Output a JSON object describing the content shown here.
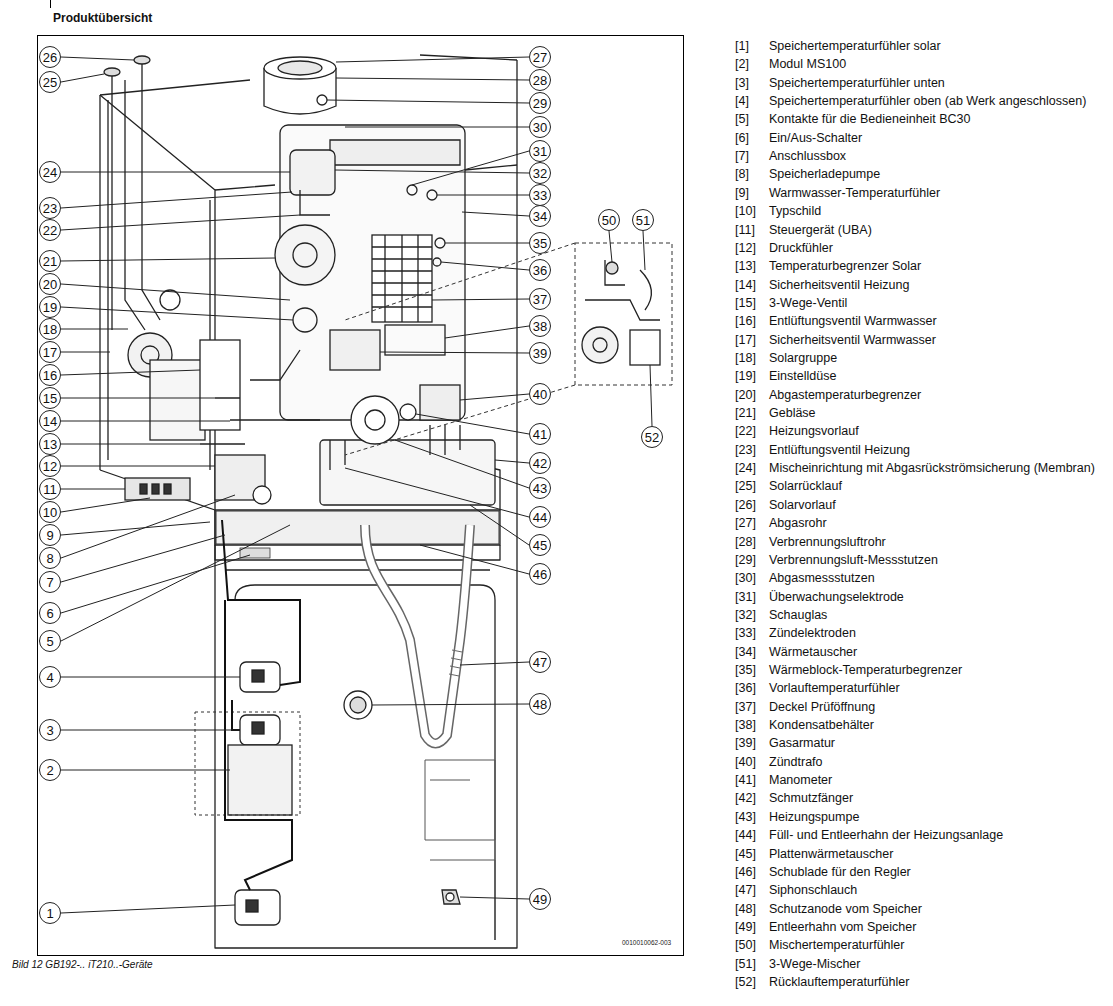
{
  "diagram": {
    "title": "Produktübersicht",
    "caption": "Bild 12 GB192-.. iT210..-Geräte",
    "nodes": [
      {
        "text": [
          "1"
        ]
      },
      {
        "text": [
          "2"
        ]
      },
      {
        "text": [
          "3"
        ]
      },
      {
        "text": [
          "4"
        ]
      },
      {
        "text": [
          "5"
        ]
      },
      {
        "text": [
          "6"
        ]
      },
      {
        "text": [
          "7"
        ]
      },
      {
        "text": [
          "8"
        ]
      },
      {
        "text": [
          "9"
        ]
      },
      {
        "text": [
          "10"
        ]
      },
      {
        "text": [
          "11"
        ]
      },
      {
        "text": [
          "12"
        ]
      },
      {
        "text": [
          "13"
        ]
      },
      {
        "text": [
          "14"
        ]
      },
      {
        "text": [
          "15"
        ]
      },
      {
        "text": [
          "16"
        ]
      },
      {
        "text": [
          "17"
        ]
      },
      {
        "text": [
          "18"
        ]
      },
      {
        "text": [
          "19"
        ]
      },
      {
        "text": [
          "20"
        ]
      },
      {
        "text": [
          "21"
        ]
      },
      {
        "text": [
          "22"
        ]
      },
      {
        "text": [
          "23"
        ]
      },
      {
        "text": [
          "24"
        ]
      },
      {
        "text": [
          "25"
        ]
      },
      {
        "text": [
          "26"
        ]
      },
      {
        "text": [
          "27"
        ]
      },
      {
        "text": [
          "28"
        ]
      },
      {
        "text": [
          "29"
        ]
      },
      {
        "text": [
          "30"
        ]
      },
      {
        "text": [
          "31"
        ]
      },
      {
        "text": [
          "32"
        ]
      },
      {
        "text": [
          "33"
        ]
      },
      {
        "text": [
          "34"
        ]
      },
      {
        "text": [
          "35"
        ]
      },
      {
        "text": [
          "36"
        ]
      },
      {
        "text": [
          "37"
        ]
      },
      {
        "text": [
          "38"
        ]
      },
      {
        "text": [
          "39"
        ]
      },
      {
        "text": [
          "40"
        ]
      },
      {
        "text": [
          "41"
        ]
      },
      {
        "text": [
          "42"
        ]
      },
      {
        "text": [
          "43"
        ]
      },
      {
        "text": [
          "44"
        ]
      },
      {
        "text": [
          "45"
        ]
      },
      {
        "text": [
          "46"
        ]
      },
      {
        "text": [
          "47"
        ]
      },
      {
        "text": [
          "48"
        ]
      },
      {
        "text": [
          "49"
        ]
      },
      {
        "text": [
          "50"
        ]
      },
      {
        "text": [
          "51"
        ]
      },
      {
        "text": [
          "52"
        ]
      }
    ],
    "labels": [
      "[1]",
      "Speichertemperaturfühler solar",
      "[2]",
      "Modul MS100",
      "[3]",
      "Speichertemperaturfühler unten",
      "[4]",
      "Speichertemperaturfühler oben (ab Werk angeschlossen)",
      "[5]",
      "Kontakte für die Bedieneinheit BC30",
      "[6]",
      "Ein/Aus-Schalter",
      "[7]",
      "Anschlussbox",
      "[8]",
      "Speicherladepumpe",
      "[9]",
      "Warmwasser-Temperaturfühler",
      "[10]",
      "Typschild",
      "[11]",
      "Steuergerät (UBA)",
      "[12]",
      "Druckfühler",
      "[13]",
      "Temperaturbegrenzer Solar",
      "[14]",
      "Sicherheitsventil Heizung",
      "[15]",
      "3-Wege-Ventil",
      "[16]",
      "Entlüftungsventil Warmwasser",
      "[17]",
      "Sicherheitsventil Warmwasser",
      "[18]",
      "Solargruppe",
      "[19]",
      "Einstelldüse",
      "[20]",
      "Abgastemperaturbegrenzer",
      "[21]",
      "Gebläse",
      "[22]",
      "Heizungsvorlauf",
      "[23]",
      "Entlüftungsventil Heizung",
      "[24]",
      "Mischeinrichtung mit Abgasrückströmsicherung (Membran)",
      "[25]",
      "Solarrücklauf",
      "[26]",
      "Solarvorlauf",
      "[27]",
      "Abgasrohr",
      "[28]",
      "Verbrennungsluftrohr",
      "[29]",
      "Verbrennungsluft-Messstutzen",
      "[30]",
      "Abgasmessstutzen",
      "[31]",
      "Überwachungselektrode",
      "[32]",
      "Schauglas",
      "[33]",
      "Zündelektroden",
      "[34]",
      "Wärmetauscher",
      "[35]",
      "Wärmeblock-Temperaturbegrenzer",
      "[36]",
      "Vorlauftemperaturfühler",
      "[37]",
      "Deckel Prüföffnung",
      "[38]",
      "Kondensatbehälter",
      "[39]",
      "Gasarmatur",
      "[40]",
      "Zündtrafo",
      "[41]",
      "Manometer",
      "[42]",
      "Schmutzfänger",
      "[43]",
      "Heizungspumpe",
      "[44]",
      "Füll- und Entleerhahn der Heizungsanlage",
      "[45]",
      "Plattenwärmetauscher",
      "[46]",
      "Schublade für den Regler",
      "[47]",
      "Siphonschlauch",
      "[48]",
      "Schutzanode vom Speicher",
      "[49]",
      "Entleerhahn vom Speicher",
      "[50]",
      "Mischertemperaturfühler",
      "[51]",
      "3-Wege-Mischer",
      "[52]",
      "Rücklauftemperaturfühler",
      "0010010062-003"
    ]
  }
}
